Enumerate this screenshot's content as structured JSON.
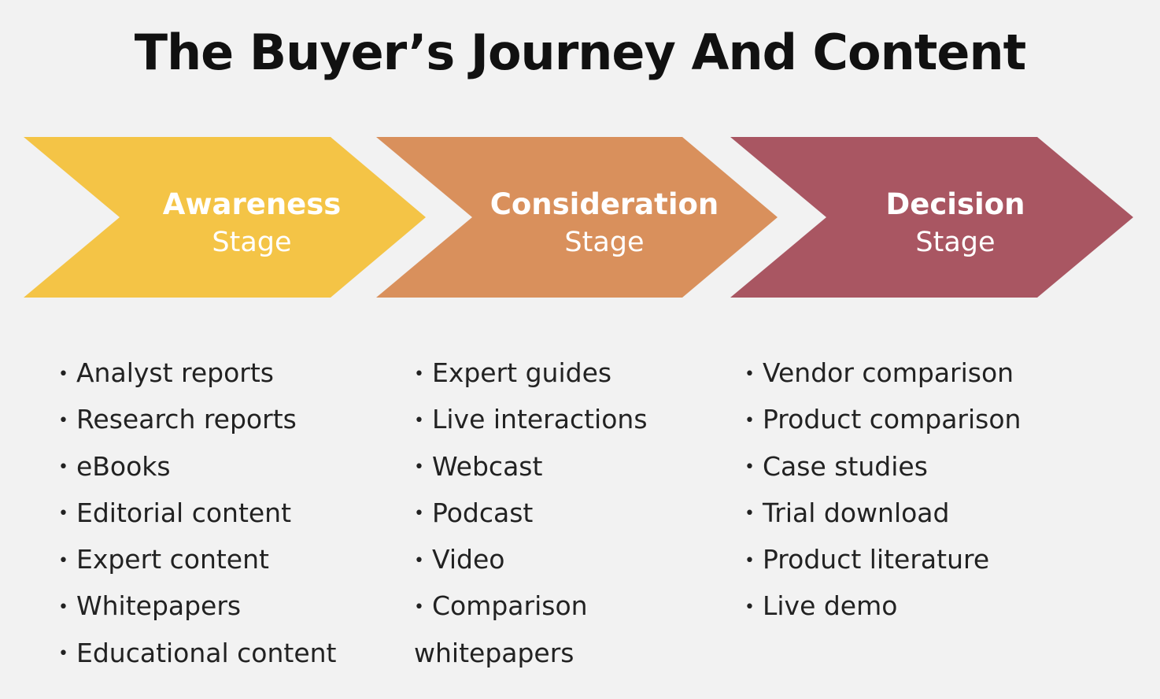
{
  "title": "The Buyer’s Journey And Content",
  "colors": {
    "awareness": "#F4C446",
    "consideration": "#D9905C",
    "decision": "#A95662",
    "background": "#F2F2F2"
  },
  "bullet": "•",
  "stages": [
    {
      "name": "Awareness",
      "sub": "Stage",
      "items": [
        "Analyst reports",
        "Research reports",
        "eBooks",
        "Editorial content",
        "Expert content",
        "Whitepapers",
        "Educational content"
      ]
    },
    {
      "name": "Consideration",
      "sub": "Stage",
      "items": [
        "Expert guides",
        "Live interactions",
        "Webcast",
        "Podcast",
        "Video",
        "Comparison"
      ],
      "continuation": "whitepapers"
    },
    {
      "name": "Decision",
      "sub": "Stage",
      "items": [
        "Vendor comparison",
        "Product comparison",
        "Case studies",
        "Trial download",
        "Product literature",
        "Live demo"
      ]
    }
  ]
}
